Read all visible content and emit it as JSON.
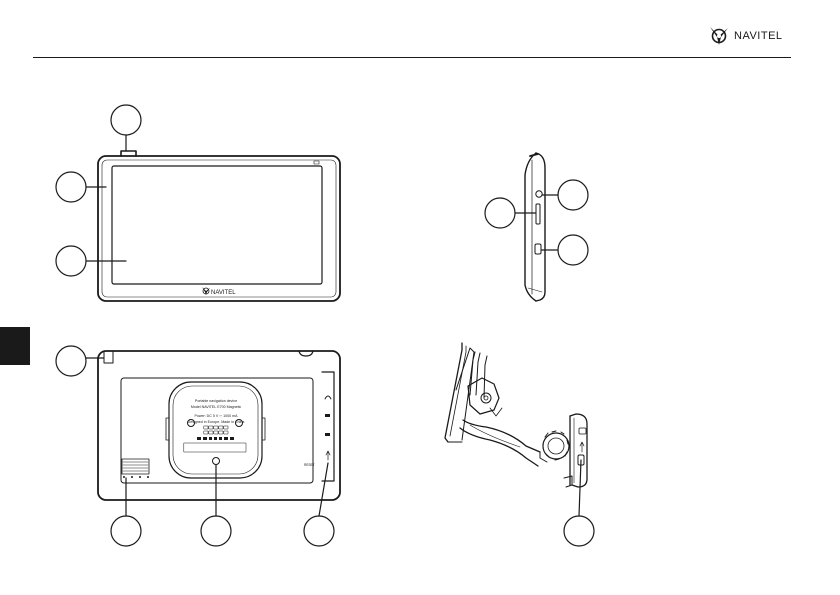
{
  "header": {
    "brand": "NAVITEL",
    "logo_icon": "navitel-compass-logo-icon"
  },
  "front_view": {
    "bezel_brand": "NAVITEL"
  },
  "back_view": {
    "sticker_lines": [
      "Portable navigation device",
      "Model NAVITEL E700 Magnetic",
      "Power: DC 5 V ⎓ 1000 mA",
      "Designed in Europe. Made in China"
    ],
    "port_label": "RESET"
  },
  "colors": {
    "ink": "#1a1a1a",
    "paper": "#ffffff",
    "tab": "#1a1a1a"
  },
  "icons": [
    "headphone-jack-icon",
    "sd-card-icon",
    "usb-port-icon",
    "usb-symbol-icon"
  ]
}
